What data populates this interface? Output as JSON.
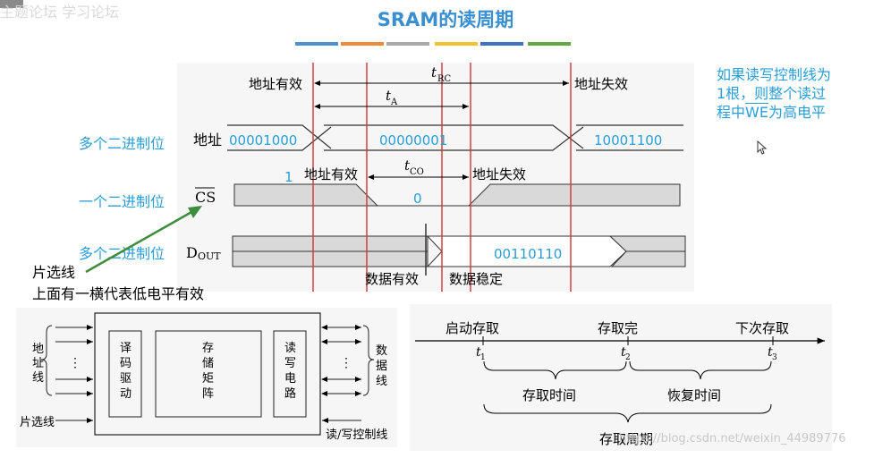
{
  "watermark_top": "主题论坛  学习论坛",
  "title": "SRAM的读周期",
  "title_bar_colors": [
    "#4f8fd4",
    "#ef8a3c",
    "#a9a9a9",
    "#f4c12f",
    "#3f73c1",
    "#63a844"
  ],
  "row_labels": {
    "address": "多个二进制位",
    "cs": "一个二进制位",
    "dout": "多个二进制位"
  },
  "signals": {
    "address": "地址",
    "cs": "CS",
    "dout_main": "D",
    "dout_sub": "OUT"
  },
  "timing": {
    "addr_valid": "地址有效",
    "addr_invalid": "地址失效",
    "t_rc": "t",
    "t_rc_sub": "RC",
    "t_a": "t",
    "t_a_sub": "A",
    "t_co": "t",
    "t_co_sub": "CO",
    "cs_addr_valid": "地址有效",
    "cs_addr_invalid": "地址失效",
    "addr_values": [
      "00001000",
      "00000001",
      "10001100"
    ],
    "cs_high": "1",
    "cs_low": "0",
    "dout_value": "00110110",
    "data_valid": "数据有效",
    "data_stable": "数据稳定"
  },
  "note": {
    "line1": "如果读写控制线为",
    "line2": "1根，则整个读过",
    "line3_pre": "程中",
    "line3_we": "WE",
    "line3_post": "为高电平"
  },
  "annotation": {
    "line1": "片选线",
    "line2": "上面有一横代表低电平有效"
  },
  "block": {
    "addr_line": [
      "地",
      "址",
      "线"
    ],
    "decoder": [
      "译",
      "码",
      "驱",
      "动"
    ],
    "array": [
      "存",
      "储",
      "矩",
      "阵"
    ],
    "rw_circuit": [
      "读",
      "写",
      "电",
      "路"
    ],
    "data_line": [
      "数",
      "据",
      "线"
    ],
    "chip_select": "片选线",
    "rw_control": "读/写控制线",
    "dots": "⋮"
  },
  "cycle": {
    "start": "启动存取",
    "done": "存取完",
    "next": "下次存取",
    "t": "t",
    "t1": "1",
    "t2": "2",
    "t3": "3",
    "access_time": "存取时间",
    "recovery_time": "恢复时间",
    "access_cycle": "存取周期"
  },
  "watermark_bottom": "https://blog.csdn.net/weixin_44989776"
}
